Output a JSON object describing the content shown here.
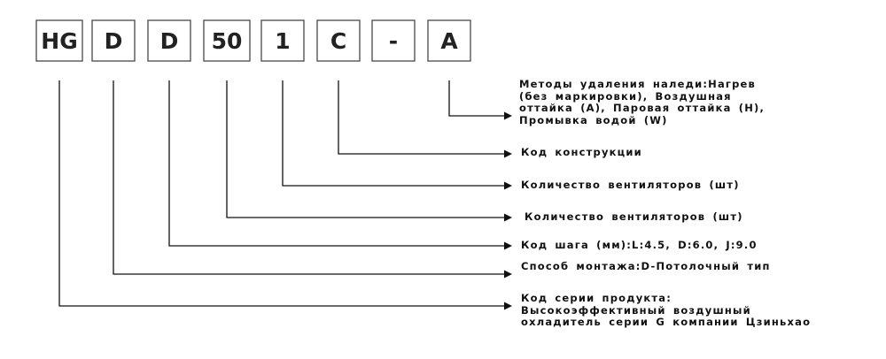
{
  "code_boxes": [
    {
      "id": "series",
      "text": "HG"
    },
    {
      "id": "mounting",
      "text": "D"
    },
    {
      "id": "pitch",
      "text": "D"
    },
    {
      "id": "fans_a",
      "text": "50"
    },
    {
      "id": "fans_b",
      "text": "1"
    },
    {
      "id": "construction",
      "text": "C"
    },
    {
      "id": "dash",
      "text": "-"
    },
    {
      "id": "defrost",
      "text": "A"
    }
  ],
  "descriptions": [
    {
      "id": "defrost",
      "text": "Методы удаления наледи:Нагрев\n(без маркировки), Воздушная\nоттайка (A), Паровая оттайка (H),\nПромывка водой (W)"
    },
    {
      "id": "construction",
      "text": "Код конструкции"
    },
    {
      "id": "fans_b",
      "text": "Количество вентиляторов (шт)"
    },
    {
      "id": "fans_a",
      "text": "Количество вентиляторов (шт)"
    },
    {
      "id": "pitch",
      "text": "Код шага (мм):L:4.5, D:6.0, J:9.0"
    },
    {
      "id": "mounting",
      "text": "Способ монтажа:D-Потолочный тип"
    },
    {
      "id": "series",
      "text": "Код серии продукта:\nВысокоэффективный воздушный\nохладитель серии G компании Цзиньхао"
    }
  ]
}
